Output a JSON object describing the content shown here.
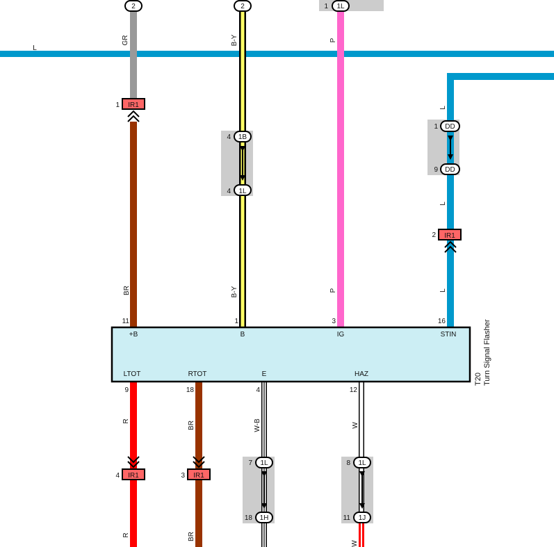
{
  "colors": {
    "blue": "#0099cc",
    "gray": "#999999",
    "brown": "#993300",
    "pink": "#ff66cc",
    "red": "#ff0000",
    "yellow": "#ffff66",
    "black": "#000000",
    "connector_red": "#ff6666",
    "junction_gray": "#cccccc",
    "component_fill": "#cceef4"
  },
  "top_tags": {
    "left": "2",
    "mid": "2",
    "right_pin": "1",
    "right": "1L"
  },
  "wires": {
    "l_top": "L",
    "gr": "GR",
    "b_y_top": "B-Y",
    "p_top": "P",
    "l_right_1": "L",
    "l_right_2": "L",
    "l_right_3": "L",
    "br_upper": "BR",
    "b_y_lower": "B-Y",
    "p_lower": "P",
    "r_mid": "R",
    "br_mid": "BR",
    "w_b": "W-B",
    "w": "W",
    "r_bot": "R",
    "br_bot": "BR",
    "w_bot": "W"
  },
  "connectors": {
    "ir1_top": {
      "pin": "1",
      "label": "IR1"
    },
    "ir1_right": {
      "pin": "2",
      "label": "IR1"
    },
    "ir1_bl": {
      "pin": "4",
      "label": "IR1"
    },
    "ir1_bm": {
      "pin": "3",
      "label": "IR1"
    },
    "j1b": {
      "pin": "4",
      "label": "1B"
    },
    "j1l": {
      "pin": "4",
      "label": "1L"
    },
    "jdd1": {
      "pin": "1",
      "label": "DD"
    },
    "jdd2": {
      "pin": "9",
      "label": "DD"
    },
    "j1l_e": {
      "pin": "7",
      "label": "1L"
    },
    "j1h": {
      "pin": "18",
      "label": "1H"
    },
    "j1l_haz": {
      "pin": "8",
      "label": "1L"
    },
    "j1j": {
      "pin": "11",
      "label": "1J"
    }
  },
  "component": {
    "code": "T20",
    "name": "Turn Signal Flasher",
    "top_pins": [
      {
        "num": "11",
        "label": "+B"
      },
      {
        "num": "1",
        "label": "B"
      },
      {
        "num": "3",
        "label": "IG"
      },
      {
        "num": "16",
        "label": "STIN"
      }
    ],
    "bottom_pins": [
      {
        "num": "9",
        "label": "LTOT"
      },
      {
        "num": "18",
        "label": "RTOT"
      },
      {
        "num": "4",
        "label": "E"
      },
      {
        "num": "12",
        "label": "HAZ"
      }
    ]
  }
}
